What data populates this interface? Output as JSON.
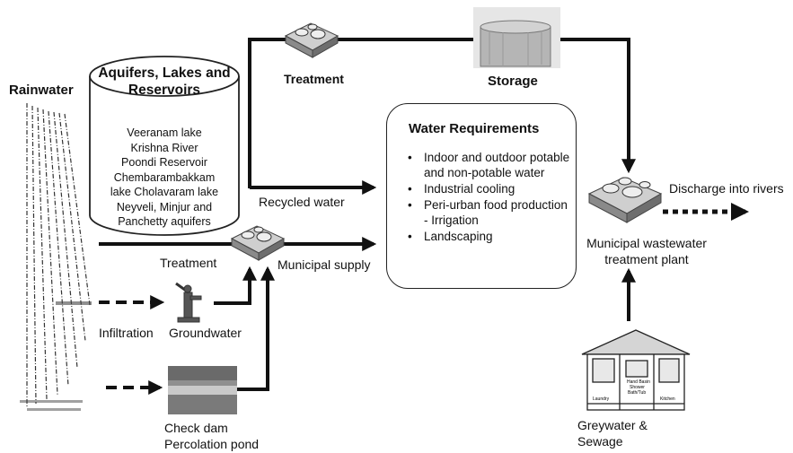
{
  "rainwater_label": "Rainwater",
  "source": {
    "title": "Aquifers, Lakes and Reservoirs",
    "items": [
      "Veeranam lake",
      "Krishna River",
      "Poondi Reservoir",
      "Chembarambakkam",
      "lake Cholavaram lake",
      "Neyveli, Minjur and",
      "Panchetty aquifers"
    ]
  },
  "top_treatment_label": "Treatment",
  "storage_label": "Storage",
  "recycled_water_label": "Recycled water",
  "bottom_treatment_label": "Treatment",
  "municipal_supply_label": "Municipal supply",
  "infiltration_label": "Infiltration",
  "groundwater_label": "Groundwater",
  "check_dam_label": [
    "Check dam",
    "Percolation pond"
  ],
  "requirements": {
    "title": "Water Requirements",
    "items": [
      "Indoor and outdoor potable and non-potable water",
      "Industrial cooling",
      "Peri-urban food production - Irrigation",
      "Landscaping"
    ]
  },
  "discharge_label": "Discharge into rivers",
  "wastewater_plant_label": [
    "Municipal wastewater",
    "treatment plant"
  ],
  "greywater_label": [
    "Greywater &",
    "Sewage"
  ],
  "house_signs": {
    "left": "Laundry",
    "center": [
      "Hand Basin",
      "Shower",
      "Bath/Tub"
    ],
    "right": "Kitchen"
  },
  "bullet_char": "•",
  "colors": {
    "line": "#111111",
    "image_grey": "#9a9a9a"
  }
}
